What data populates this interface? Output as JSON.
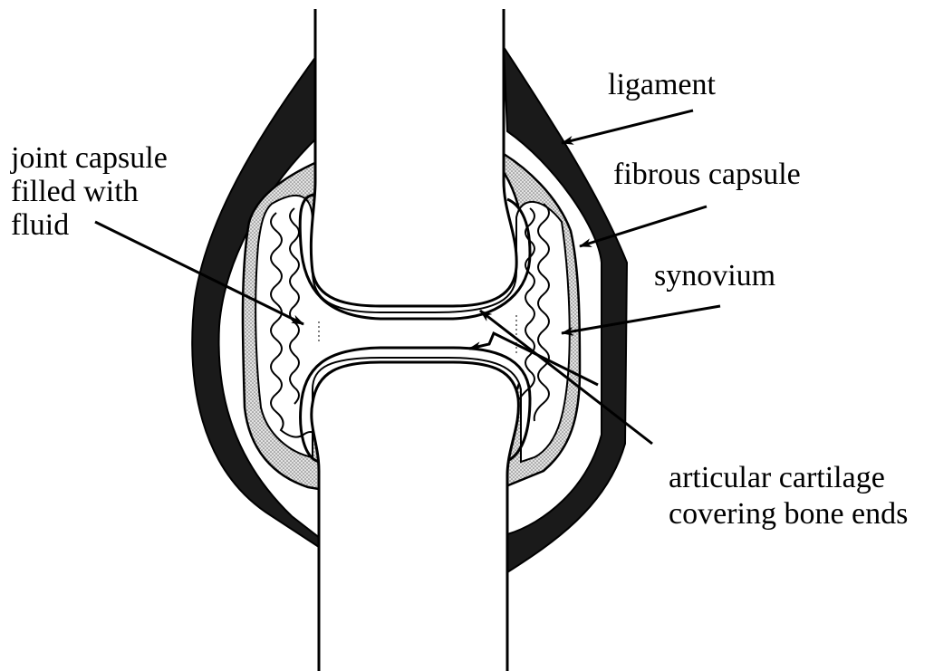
{
  "labels": {
    "ligament": "ligament",
    "fibrous_capsule": "fibrous capsule",
    "synovium": "synovium",
    "joint_capsule": [
      "joint capsule",
      "filled with",
      "fluid"
    ],
    "articular_cartilage": [
      "articular cartilage",
      "covering bone ends"
    ]
  },
  "colors": {
    "ink": "#000000",
    "ligament_fill": "#1a1a1a",
    "synovium_fill": "#d4d4d4",
    "background": "#ffffff"
  }
}
